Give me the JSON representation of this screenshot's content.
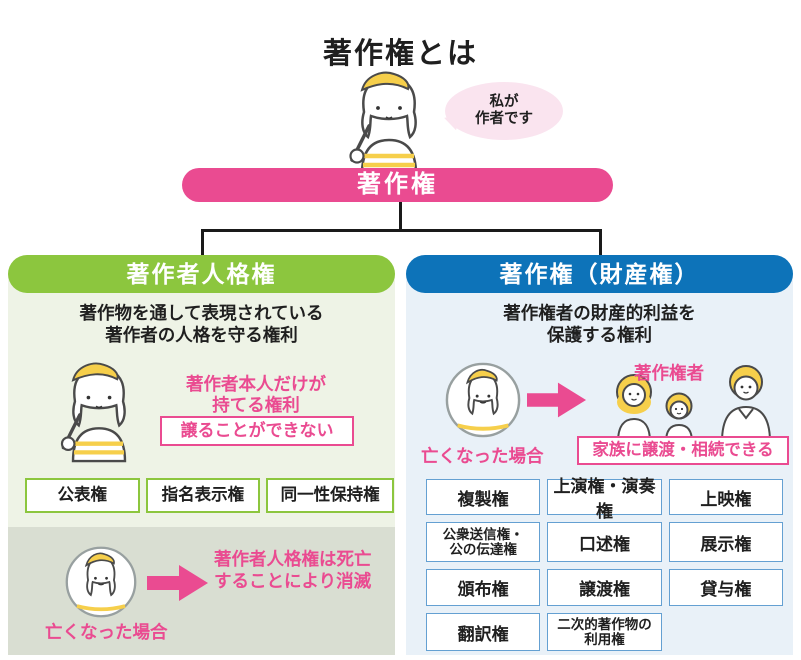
{
  "title": "著作権とは",
  "speech_bubble": {
    "line1": "私が",
    "line2": "作者です"
  },
  "banner": {
    "label": "著作権"
  },
  "left_panel": {
    "header": "著作者人格権",
    "description": {
      "line1": "著作物を通して表現されている",
      "line2": "著作者の人格を守る権利"
    },
    "note": {
      "line1": "著作者本人だけが",
      "line2": "持てる権利"
    },
    "badge": "譲ることができない",
    "rights": [
      "公表権",
      "指名表示権",
      "同一性保持権"
    ],
    "death": {
      "caption": "亡くなった場合",
      "result_line1": "著作者人格権は死亡",
      "result_line2": "することにより消滅"
    }
  },
  "right_panel": {
    "header": "著作権（財産権）",
    "description": {
      "line1": "著作権者の財産的利益を",
      "line2": "保護する権利"
    },
    "holder_label": "著作権者",
    "death_caption": "亡くなった場合",
    "badge": "家族に譲渡・相続できる",
    "rights": [
      "複製権",
      "上演権・演奏権",
      "上映権",
      "公衆送信権・\n公の伝達権",
      "口述権",
      "展示権",
      "頒布権",
      "譲渡権",
      "貸与権",
      "翻訳権",
      "二次的著作物の\n利用権"
    ]
  },
  "icons": {
    "author": "author-woman-icon",
    "deceased_avatar": "deceased-author-avatar-icon",
    "family": "family-icon",
    "arrow": "arrow-right-icon",
    "speech_bubble": "speech-bubble"
  },
  "colors": {
    "pink": "#ea4b91",
    "bubble_pink": "#fae4ef",
    "green": "#8cc63e",
    "light_green": "#eef3e6",
    "blue": "#0d73b9",
    "light_blue": "#e9f1f8",
    "gray": "#d9ded2",
    "line_black": "#1a1a1a"
  }
}
